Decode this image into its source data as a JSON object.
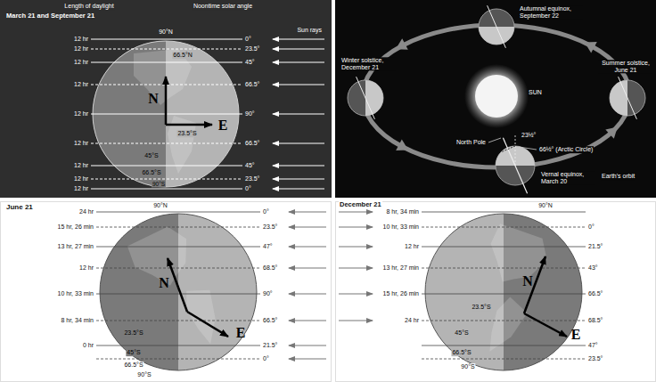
{
  "diagram": {
    "labels": [
      "March 21 and September 21",
      "Length of daylight",
      "Noontime solar angle",
      "Sun rays",
      "12 hr",
      "12 hr",
      "12 hr",
      "12 hr",
      "12 hr",
      "12 hr",
      "12 hr",
      "12 hr",
      "12 hr",
      "90°N",
      "0°",
      "23.5°",
      "45°",
      "66.5°",
      "90°",
      "66.5°",
      "45°",
      "23.5°",
      "0°",
      "66.5°N",
      "23.5°S",
      "45°S",
      "66.5°S",
      "90°S",
      "N",
      "E",
      "Autumnal equinox, September 22",
      "Winter solstice, December 21",
      "SUN",
      "Summer solstice, June 21",
      "North Pole",
      "23½°",
      "66½° (Arctic Circle)",
      "Vernal equinox, March 20",
      "Earth's orbit",
      "June 21",
      "24 hr",
      "15 hr, 26 min",
      "13 hr, 27 min",
      "12 hr",
      "10 hr, 33 min",
      "8 hr, 34 min",
      "0 hr",
      "90°N",
      "0°",
      "23.5°",
      "47°",
      "68.5°",
      "90°",
      "66.5°",
      "21.5°",
      "0°",
      "23.5°S",
      "45°S",
      "66.5°S",
      "90°S",
      "N",
      "E",
      "December 21",
      "8 hr, 34 min",
      "10 hr, 33 min",
      "12 hr",
      "13 hr, 27 min",
      "15 hr, 26 min",
      "24 hr",
      "90°N",
      "0°",
      "21.5°",
      "43°",
      "66.5°",
      "68.5°",
      "47°",
      "23.5°",
      "23.5°S",
      "45°S",
      "66.5°S",
      "90°S",
      "N",
      "E"
    ]
  }
}
